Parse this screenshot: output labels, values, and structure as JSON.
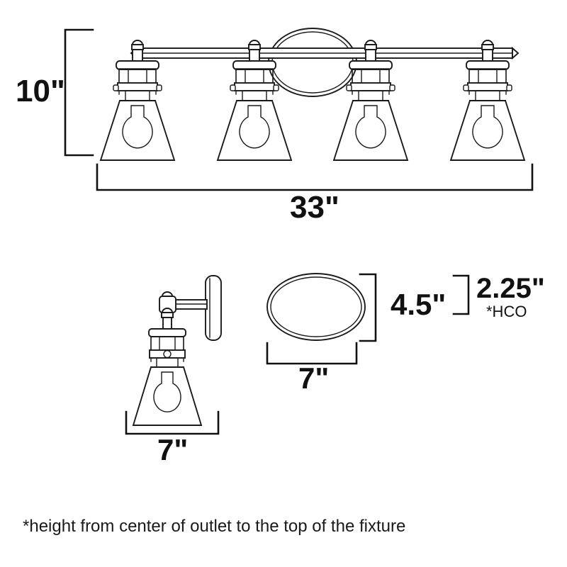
{
  "drawing": {
    "title": "Wall fixture dimension drawing",
    "background_color": "#ffffff",
    "line_color": "#1a1a1a",
    "text_color": "#111111"
  },
  "dimensions": {
    "height_label": "10\"",
    "width_label": "33\"",
    "side_depth_label": "7\"",
    "backplate_width_label": "7\"",
    "backplate_height_label": "4.5\"",
    "hco_value_label": "2.25\"",
    "hco_note_label": "*HCO"
  },
  "caption": {
    "footnote": "*height from center of outlet to the top of the fixture"
  },
  "views": {
    "front": {
      "name": "front-elevation",
      "lamp_count": 4,
      "lamp_labels": [
        "lamp-head-1",
        "lamp-head-2",
        "lamp-head-3",
        "lamp-head-4"
      ]
    },
    "side": {
      "name": "side-elevation",
      "lamp_count": 1
    },
    "backplate": {
      "name": "oval-backplate-view",
      "shape": "oval"
    }
  }
}
